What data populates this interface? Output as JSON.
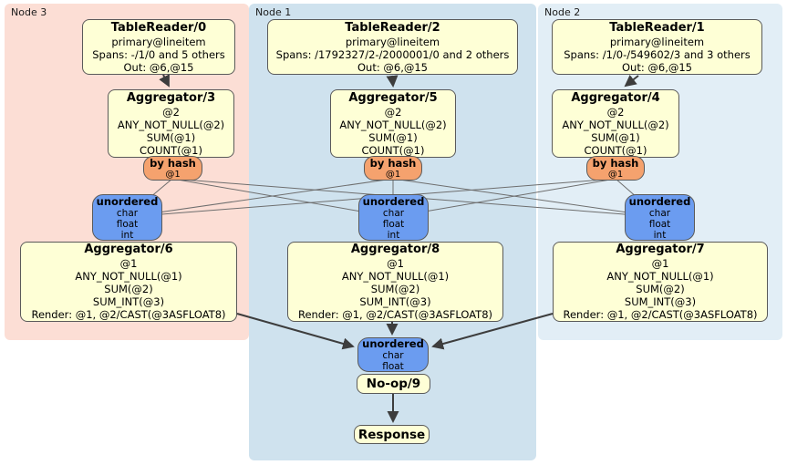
{
  "regions": {
    "node3": {
      "label": "Node 3"
    },
    "node1": {
      "label": "Node 1"
    },
    "node2": {
      "label": "Node 2"
    }
  },
  "processors": {
    "tr0": {
      "title": "TableReader/0",
      "rows": [
        "primary@lineitem",
        "Spans: -/1/0 and 5 others",
        "Out: @6,@15"
      ]
    },
    "tr2": {
      "title": "TableReader/2",
      "rows": [
        "primary@lineitem",
        "Spans: /1792327/2-/2000001/0 and 2 others",
        "Out: @6,@15"
      ]
    },
    "tr1": {
      "title": "TableReader/1",
      "rows": [
        "primary@lineitem",
        "Spans: /1/0-/549602/3 and 3 others",
        "Out: @6,@15"
      ]
    },
    "agg3": {
      "title": "Aggregator/3",
      "rows": [
        "@2",
        "ANY_NOT_NULL(@2)",
        "SUM(@1)",
        "COUNT(@1)"
      ]
    },
    "agg5": {
      "title": "Aggregator/5",
      "rows": [
        "@2",
        "ANY_NOT_NULL(@2)",
        "SUM(@1)",
        "COUNT(@1)"
      ]
    },
    "agg4": {
      "title": "Aggregator/4",
      "rows": [
        "@2",
        "ANY_NOT_NULL(@2)",
        "SUM(@1)",
        "COUNT(@1)"
      ]
    },
    "agg6": {
      "title": "Aggregator/6",
      "rows": [
        "@1",
        "ANY_NOT_NULL(@1)",
        "SUM(@2)",
        "SUM_INT(@3)",
        "Render: @1, @2/CAST(@3ASFLOAT8)"
      ]
    },
    "agg8": {
      "title": "Aggregator/8",
      "rows": [
        "@1",
        "ANY_NOT_NULL(@1)",
        "SUM(@2)",
        "SUM_INT(@3)",
        "Render: @1, @2/CAST(@3ASFLOAT8)"
      ]
    },
    "agg7": {
      "title": "Aggregator/7",
      "rows": [
        "@1",
        "ANY_NOT_NULL(@1)",
        "SUM(@2)",
        "SUM_INT(@3)",
        "Render: @1, @2/CAST(@3ASFLOAT8)"
      ]
    },
    "noop": {
      "title": "No-op/9"
    },
    "response": {
      "title": "Response"
    }
  },
  "routers": {
    "hash3": {
      "title": "by hash",
      "detail": "@1"
    },
    "hash5": {
      "title": "by hash",
      "detail": "@1"
    },
    "hash4": {
      "title": "by hash",
      "detail": "@1"
    }
  },
  "syncs": {
    "sync3": {
      "title": "unordered",
      "types": [
        "char",
        "float",
        "int"
      ]
    },
    "sync1": {
      "title": "unordered",
      "types": [
        "char",
        "float",
        "int"
      ]
    },
    "sync2": {
      "title": "unordered",
      "types": [
        "char",
        "float",
        "int"
      ]
    },
    "syncFinal": {
      "title": "unordered",
      "types": [
        "char",
        "float"
      ]
    }
  },
  "edges": [
    {
      "from": "tr0",
      "to": "agg3"
    },
    {
      "from": "tr2",
      "to": "agg5"
    },
    {
      "from": "tr1",
      "to": "agg4"
    },
    {
      "from": "hash3",
      "to": "sync3"
    },
    {
      "from": "hash3",
      "to": "sync1"
    },
    {
      "from": "hash3",
      "to": "sync2"
    },
    {
      "from": "hash5",
      "to": "sync3"
    },
    {
      "from": "hash5",
      "to": "sync1"
    },
    {
      "from": "hash5",
      "to": "sync2"
    },
    {
      "from": "hash4",
      "to": "sync3"
    },
    {
      "from": "hash4",
      "to": "sync1"
    },
    {
      "from": "hash4",
      "to": "sync2"
    },
    {
      "from": "agg6",
      "to": "syncFinal"
    },
    {
      "from": "agg8",
      "to": "syncFinal"
    },
    {
      "from": "agg7",
      "to": "syncFinal"
    },
    {
      "from": "noop",
      "to": "response"
    }
  ],
  "colors": {
    "node3_bg": "#fcded5",
    "node1_bg": "#cfe2ee",
    "node2_bg": "#e2eef6",
    "proc_bg": "#feffd6",
    "hash_bg": "#f5a26e",
    "sync_bg": "#6b9cf0",
    "edge": "#3d3d3d",
    "thin_edge": "#6e6e6e",
    "box_border": "#5a5a5a"
  }
}
